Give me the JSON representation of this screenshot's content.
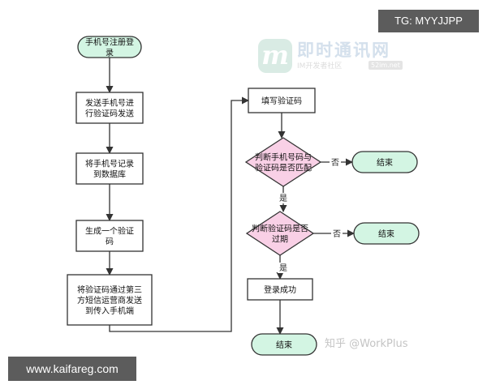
{
  "watermarks": {
    "tg_tag": "TG: MYYJJPP",
    "site_url": "www.kaifareg.com",
    "logo_letter": "m",
    "brand_title": "即时通讯网",
    "brand_sub": "IM开发者社区",
    "brand_domain": "52im.net",
    "zhihu_credit": "知乎 @WorkPlus"
  },
  "colors": {
    "terminal_fill": "#d3f5e3",
    "decision_fill": "#f9d0e6",
    "process_fill": "#ffffff",
    "stroke": "#333333"
  },
  "nodes": [
    {
      "id": "start",
      "kind": "terminal",
      "lines": [
        "手机号注册登",
        "录"
      ]
    },
    {
      "id": "send-code",
      "kind": "process",
      "lines": [
        "发送手机号进",
        "行验证码发送"
      ]
    },
    {
      "id": "record-db",
      "kind": "process",
      "lines": [
        "将手机号记录",
        "到数据库"
      ]
    },
    {
      "id": "gen-code",
      "kind": "process",
      "lines": [
        "生成一个验证",
        "码"
      ]
    },
    {
      "id": "sms-send",
      "kind": "process",
      "lines": [
        "将验证码通过第三",
        "方短信运营商发送",
        "到传入手机端"
      ]
    },
    {
      "id": "input-code",
      "kind": "process",
      "lines": [
        "填写验证码"
      ]
    },
    {
      "id": "check-match",
      "kind": "decision",
      "lines": [
        "判断手机号码与",
        "验证码是否匹配"
      ]
    },
    {
      "id": "end-1",
      "kind": "terminal",
      "lines": [
        "结束"
      ]
    },
    {
      "id": "check-expire",
      "kind": "decision",
      "lines": [
        "判断验证码是否",
        "过期"
      ]
    },
    {
      "id": "end-2",
      "kind": "terminal",
      "lines": [
        "结束"
      ]
    },
    {
      "id": "login-ok",
      "kind": "process",
      "lines": [
        "登录成功"
      ]
    },
    {
      "id": "end-3",
      "kind": "terminal",
      "lines": [
        "结束"
      ]
    }
  ],
  "edges": [
    {
      "id": "e1",
      "from": "start",
      "to": "send-code",
      "label": ""
    },
    {
      "id": "e2",
      "from": "send-code",
      "to": "record-db",
      "label": ""
    },
    {
      "id": "e3",
      "from": "record-db",
      "to": "gen-code",
      "label": ""
    },
    {
      "id": "e4",
      "from": "gen-code",
      "to": "sms-send",
      "label": ""
    },
    {
      "id": "e5",
      "from": "sms-send",
      "to": "input-code",
      "label": ""
    },
    {
      "id": "e6",
      "from": "input-code",
      "to": "check-match",
      "label": ""
    },
    {
      "id": "e7",
      "from": "check-match",
      "to": "end-1",
      "label": "否"
    },
    {
      "id": "e8",
      "from": "check-match",
      "to": "check-expire",
      "label": "是"
    },
    {
      "id": "e9",
      "from": "check-expire",
      "to": "end-2",
      "label": "否"
    },
    {
      "id": "e10",
      "from": "check-expire",
      "to": "login-ok",
      "label": "是"
    },
    {
      "id": "e11",
      "from": "login-ok",
      "to": "end-3",
      "label": ""
    }
  ]
}
